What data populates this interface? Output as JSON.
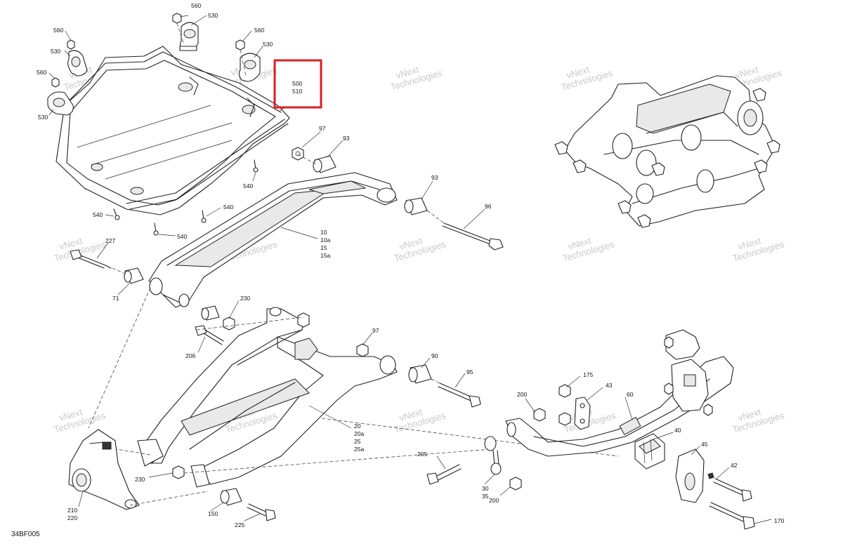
{
  "diagram_code": "34BF005",
  "watermark_line1": "vNext",
  "watermark_line2": "Technologies",
  "highlight": {
    "color": "#d61f26",
    "labels": [
      "500",
      "510"
    ]
  },
  "callouts": {
    "c560a": "560",
    "c530a": "530",
    "c560b": "560",
    "c530b": "530",
    "c560c": "560",
    "c530c": "530",
    "c560d": "560",
    "c530d": "530",
    "c540a": "540",
    "c540b": "540",
    "c540c": "540",
    "c540d": "540",
    "c97a": "97",
    "c93a": "93",
    "c93b": "93",
    "c96": "96",
    "c10": "10",
    "c10a": "10a",
    "c15": "15",
    "c15a": "15a",
    "c227": "227",
    "c71": "71",
    "c230a": "230",
    "c206": "206",
    "c97b": "97",
    "c90": "90",
    "c95": "95",
    "c20": "20",
    "c20a": "20a",
    "c25": "25",
    "c25a": "25a",
    "c230b": "230",
    "c210": "210",
    "c220": "220",
    "c150": "150",
    "c225": "225",
    "c205": "205",
    "c30": "30",
    "c35": "35",
    "c200a": "200",
    "c200b": "200",
    "c175": "175",
    "c43": "43",
    "c60": "60",
    "c40": "40",
    "c45": "45",
    "c42": "42",
    "c170": "170"
  }
}
